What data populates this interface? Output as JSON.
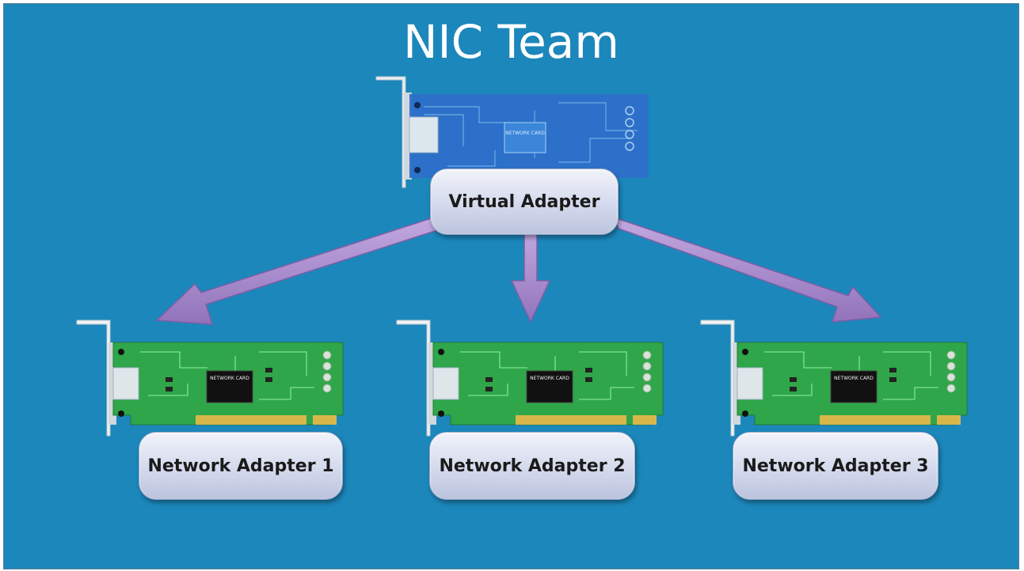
{
  "title": "NIC Team",
  "virtual_adapter": {
    "label": "Virtual Adapter",
    "card_text": "NETWORK CARD"
  },
  "network_adapters": [
    {
      "label": "Network Adapter 1",
      "card_text": "NETWORK CARD"
    },
    {
      "label": "Network Adapter 2",
      "card_text": "NETWORK CARD"
    },
    {
      "label": "Network Adapter 3",
      "card_text": "NETWORK CARD"
    }
  ],
  "colors": {
    "background": "#1c87bb",
    "arrow": "#a98bcc",
    "physical_card": "#2fa64a",
    "virtual_card": "#2d6fc9"
  }
}
